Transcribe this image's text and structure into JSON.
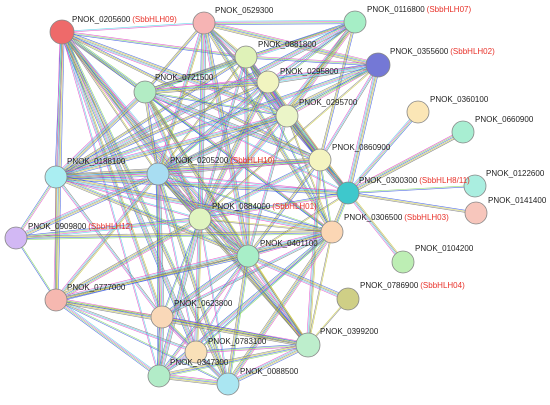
{
  "colors": {
    "edge_palette": [
      "#4fd1e6",
      "#e14ac6",
      "#7ed957",
      "#3c5adf",
      "#c8c832",
      "#7a7a7a"
    ],
    "label_text": "#222222",
    "alias_text": "#e8322a",
    "node_stroke": "#888888"
  },
  "network": {
    "nodes": [
      {
        "id": "n0205600",
        "label": "PNOK_0205600",
        "alias": "(SbbHLH09)",
        "color": "#ee6a6a"
      },
      {
        "id": "n0529300",
        "label": "PNOK_0529300",
        "alias": "",
        "color": "#f6b4b4"
      },
      {
        "id": "n0116800",
        "label": "PNOK_0116800",
        "alias": "(SbbHLH07)",
        "color": "#a6eec6"
      },
      {
        "id": "n0881800",
        "label": "PNOK_0881800",
        "alias": "",
        "color": "#dff2b8"
      },
      {
        "id": "n0355600",
        "label": "PNOK_0355600",
        "alias": "(SbbHLH02)",
        "color": "#7478d6"
      },
      {
        "id": "n0721500",
        "label": "PNOK_0721500",
        "alias": "",
        "color": "#b2ecc4"
      },
      {
        "id": "n0295800",
        "label": "PNOK_0295800",
        "alias": "",
        "color": "#f1f4c0"
      },
      {
        "id": "n0295700",
        "label": "PNOK_0295700",
        "alias": "",
        "color": "#ebf5c8"
      },
      {
        "id": "n0360100",
        "label": "PNOK_0360100",
        "alias": "",
        "color": "#fbe6b6"
      },
      {
        "id": "n0660900",
        "label": "PNOK_0660900",
        "alias": "",
        "color": "#a8eed2"
      },
      {
        "id": "n0860900",
        "label": "PNOK_0860900",
        "alias": "",
        "color": "#f4f4c0"
      },
      {
        "id": "n0188100",
        "label": "PNOK_0188100",
        "alias": "",
        "color": "#aaeef2"
      },
      {
        "id": "n0205200",
        "label": "PNOK_0205200",
        "alias": "(SbbHLH10)",
        "color": "#a8ddf2"
      },
      {
        "id": "n0300300",
        "label": "PNOK_0300300",
        "alias": "(SbbHLH8/11)",
        "color": "#3ec8cc"
      },
      {
        "id": "n0122600",
        "label": "PNOK_0122600",
        "alias": "",
        "color": "#aaeee0"
      },
      {
        "id": "n0141400",
        "label": "PNOK_0141400",
        "alias": "",
        "color": "#f7c6bc"
      },
      {
        "id": "n0884000",
        "label": "PNOK_0884000",
        "alias": "(SbbHLH01)",
        "color": "#e0f4c0"
      },
      {
        "id": "n0306500",
        "label": "PNOK_0306500",
        "alias": "(SbbHLH03)",
        "color": "#fbd6b4"
      },
      {
        "id": "n0909800",
        "label": "PNOK_0909800",
        "alias": "(SbbHLH12)",
        "color": "#d2b8f4"
      },
      {
        "id": "n0401100",
        "label": "PNOK_0401100",
        "alias": "",
        "color": "#a8eec8"
      },
      {
        "id": "n0104200",
        "label": "PNOK_0104200",
        "alias": "",
        "color": "#bdeeb4"
      },
      {
        "id": "n0777000",
        "label": "PNOK_0777000",
        "alias": "",
        "color": "#f6b8b0"
      },
      {
        "id": "n0786900",
        "label": "PNOK_0786900",
        "alias": "(SbbHLH04)",
        "color": "#cfcf86"
      },
      {
        "id": "n0623800",
        "label": "PNOK_0623800",
        "alias": "",
        "color": "#f9d8b8"
      },
      {
        "id": "n0399200",
        "label": "PNOK_0399200",
        "alias": "",
        "color": "#bdeecc"
      },
      {
        "id": "n0783100",
        "label": "PNOK_0783100",
        "alias": "",
        "color": "#f9e0b8"
      },
      {
        "id": "n0347300",
        "label": "PNOK_0347300",
        "alias": "",
        "color": "#b2ecc8"
      },
      {
        "id": "n0088500",
        "label": "PNOK_0088500",
        "alias": "",
        "color": "#aae6f2"
      }
    ]
  }
}
